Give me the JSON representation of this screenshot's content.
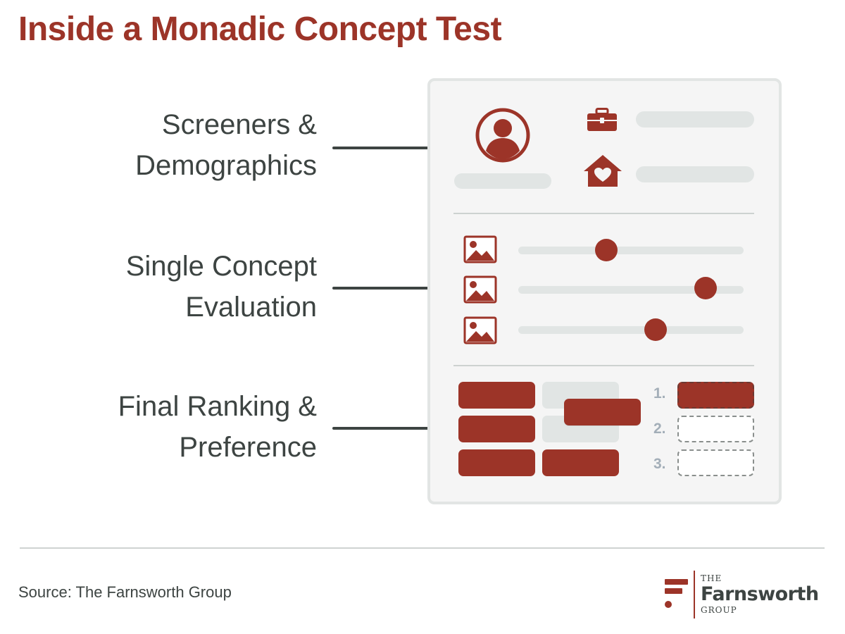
{
  "title": "Inside a Monadic Concept Test",
  "stages": [
    {
      "line1": "Screeners &",
      "line2": "Demographics"
    },
    {
      "line1": "Single Concept",
      "line2": "Evaluation"
    },
    {
      "line1": "Final Ranking &",
      "line2": "Preference"
    }
  ],
  "sliders": [
    0.39,
    0.83,
    0.61
  ],
  "ranking": {
    "numbers": [
      "1.",
      "2.",
      "3."
    ],
    "filled_slots": 1
  },
  "source": "Source: The Farnsworth Group",
  "logo": {
    "line1": "THE",
    "line2": "Farnsworth",
    "line3": "GROUP"
  },
  "colors": {
    "accent": "#9c3428",
    "text": "#3d4442",
    "placeholder": "#e1e5e4",
    "panel": "#f5f5f5"
  },
  "icons": [
    "user-avatar-icon",
    "briefcase-icon",
    "home-heart-icon",
    "image-icon"
  ]
}
